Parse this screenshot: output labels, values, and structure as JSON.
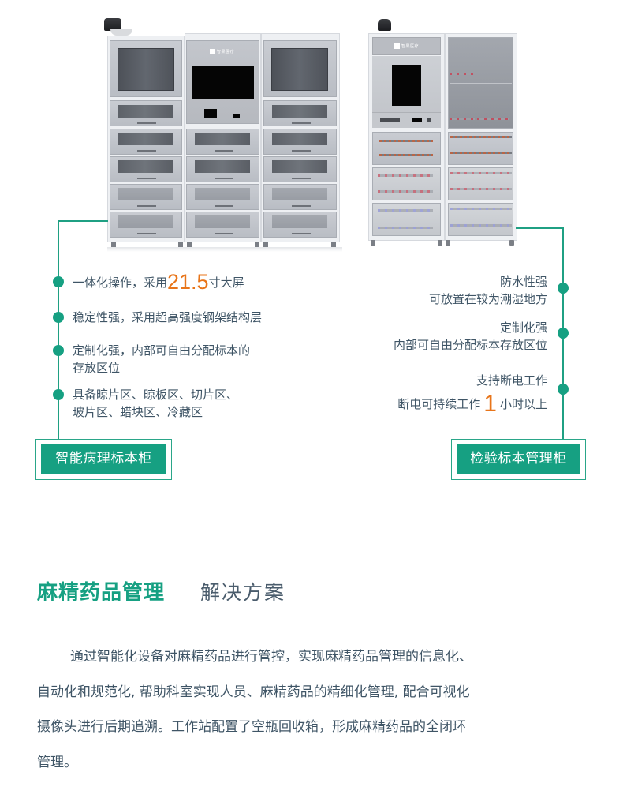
{
  "colors": {
    "accent_green": "#16a082",
    "highlight_orange": "#e8751a",
    "body_text": "#3f5566",
    "background": "#ffffff"
  },
  "products": {
    "left": {
      "name": "智能病理标本柜",
      "cabinet_logo": "智果医疗",
      "features": [
        {
          "text_before": "一体化操作，采用",
          "highlight": "21.5",
          "text_after": "寸大屏"
        },
        {
          "text": "稳定性强，采用超高强度钢架结构层"
        },
        {
          "line1": "定制化强，内部可自由分配标本的",
          "line2": "存放区位"
        },
        {
          "line1": "具备晾片区、晾板区、切片区、",
          "line2": "玻片区、蜡块区、冷藏区"
        }
      ]
    },
    "right": {
      "name": "检验标本管理柜",
      "cabinet_logo": "智果医疗",
      "features": [
        {
          "line1": "防水性强",
          "line2": "可放置在较为潮湿地方"
        },
        {
          "line1": "定制化强",
          "line2": "内部可自由分配标本存放区位"
        },
        {
          "line1": "支持断电工作",
          "line2_before": "断电可持续工作",
          "highlight": "1",
          "line2_after": "小时以上"
        }
      ]
    }
  },
  "section": {
    "title": "麻精药品管理",
    "subtitle": "解决方案",
    "paragraph_lines": [
      "通过智能化设备对麻精药品进行管控，实现麻精药品管理的信息化、",
      "自动化和规范化, 帮助科室实现人员、麻精药品的精细化管理, 配合可视化",
      "摄像头进行后期追溯。工作站配置了空瓶回收箱，形成麻精药品的全闭环",
      "管理。"
    ]
  }
}
